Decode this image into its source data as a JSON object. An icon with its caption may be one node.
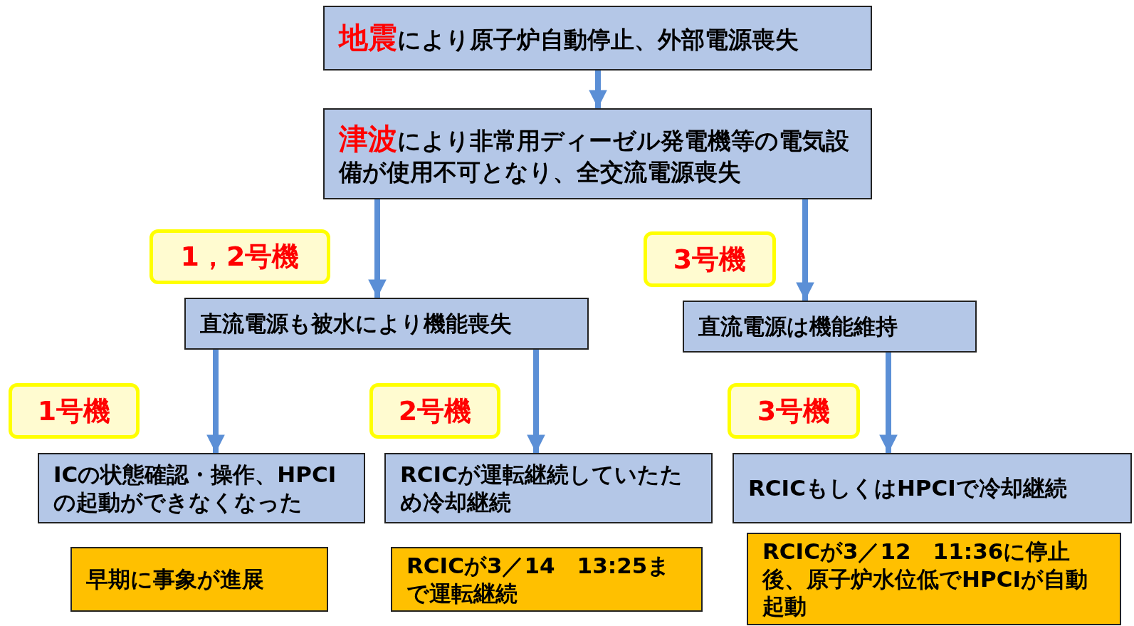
{
  "diagram": {
    "nodes": [
      {
        "text": [
          "**地震**により原子炉自動停止、外部電源喪失"
        ]
      },
      {
        "text": [
          "**津波**により非常用ディーゼル発電機等の電気設備が使用不可となり、全交流電源喪失"
        ]
      },
      {
        "text": [
          "1，2号機"
        ]
      },
      {
        "text": [
          "3号機"
        ]
      },
      {
        "text": [
          "直流電源も被水により機能喪失"
        ]
      },
      {
        "text": [
          "直流電源は機能維持"
        ]
      },
      {
        "text": [
          "1号機"
        ]
      },
      {
        "text": [
          "2号機"
        ]
      },
      {
        "text": [
          "3号機"
        ]
      },
      {
        "text": [
          "ICの状態確認・操作、HPCIの起動ができなくなった"
        ]
      },
      {
        "text": [
          "RCICが運転継続していたため冷却継続"
        ]
      },
      {
        "text": [
          "RCICもしくはHPCIで冷却継続"
        ]
      },
      {
        "text": [
          "早期に事象が進展"
        ]
      },
      {
        "text": [
          "RCICが3／14　13:25まで運転継続"
        ]
      },
      {
        "text": [
          "RCICが3／12　11:36に停止後、原子炉水位低でHPCIが自動起動"
        ]
      }
    ],
    "edges": [
      {
        "from": 0,
        "to": 1,
        "arrow": "to"
      },
      {
        "from": 1,
        "to": 4,
        "arrow": "to"
      },
      {
        "from": 1,
        "to": 5,
        "arrow": "to"
      },
      {
        "from": 4,
        "to": 9,
        "arrow": "to"
      },
      {
        "from": 4,
        "to": 10,
        "arrow": "to"
      },
      {
        "from": 5,
        "to": 11,
        "arrow": "to"
      }
    ]
  }
}
